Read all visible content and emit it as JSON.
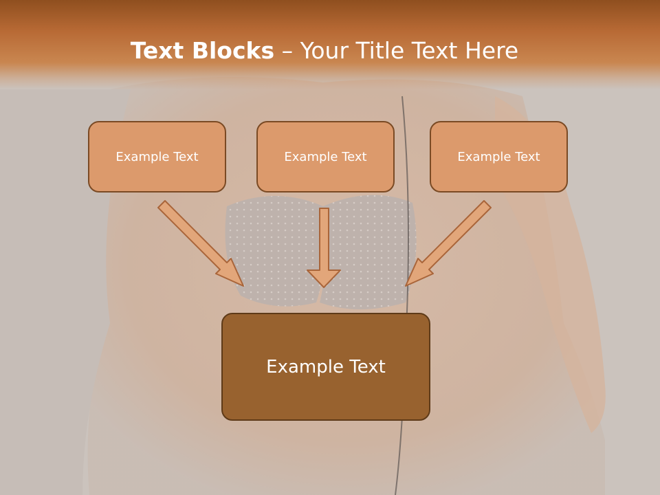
{
  "slide": {
    "title_bold": "Text Blocks",
    "title_rest": " – Your Title Text Here"
  },
  "blocks": {
    "top_left": "Example Text",
    "top_center": "Example Text",
    "top_right": "Example Text",
    "bottom": "Example Text"
  },
  "colors": {
    "header": "#b86a35",
    "small_box_fill": "#dc9a6c",
    "big_box_fill": "#98622f",
    "arrow_fill": "#e2a67a",
    "arrow_stroke": "#a9653a"
  },
  "icons": {
    "arrow": "arrow-down-icon"
  }
}
